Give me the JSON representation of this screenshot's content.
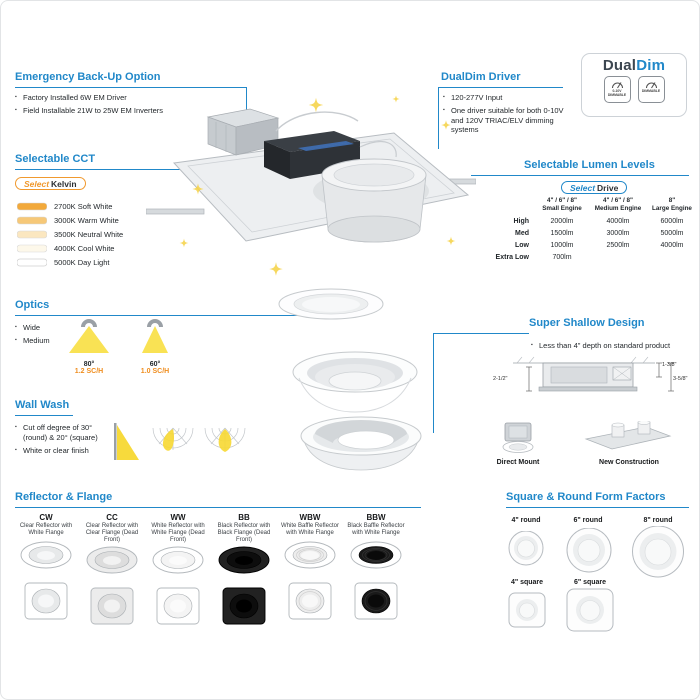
{
  "colors": {
    "accent": "#2188c9",
    "orange": "#f0992e"
  },
  "emergency": {
    "title": "Emergency Back-Up Option",
    "bullets": [
      "Factory Installed 6W EM Driver",
      "Field Installable 21W to 25W EM Inverters"
    ]
  },
  "dualdim_driver": {
    "title": "DualDim Driver",
    "bullets": [
      "120-277V Input",
      "One driver suitable for both 0-10V and 120V TRIAC/ELV dimming systems"
    ]
  },
  "dualdim_logo": {
    "dual": "Dual",
    "dim": "Dim",
    "icon1_line1": "0-10V",
    "icon1_line2": "DIMMABLE",
    "icon2_line1": "DIMMABLE"
  },
  "cct": {
    "title": "Selectable CCT",
    "badge_select": "Select",
    "badge_type": "Kelvin",
    "options": [
      {
        "label": "2700K Soft White",
        "color": "#f2a93b"
      },
      {
        "label": "3000K Warm White",
        "color": "#f6c878"
      },
      {
        "label": "3500K Neutral White",
        "color": "#fbe7c0"
      },
      {
        "label": "4000K Cool White",
        "color": "#fdf8ea"
      },
      {
        "label": "5000K Day Light",
        "color": "#ffffff"
      }
    ]
  },
  "lumen": {
    "title": "Selectable Lumen Levels",
    "badge_select": "Select",
    "badge_type": "Drive",
    "columns": [
      {
        "l1": "4\" / 6\" / 8\"",
        "l2": "Small Engine"
      },
      {
        "l1": "4\" / 6\" / 8\"",
        "l2": "Medium Engine"
      },
      {
        "l1": "8\"",
        "l2": "Large Engine"
      }
    ],
    "rows": [
      {
        "label": "High",
        "v1": "2000lm",
        "v2": "4000lm",
        "v3": "6000lm"
      },
      {
        "label": "Med",
        "v1": "1500lm",
        "v2": "3000lm",
        "v3": "5000lm"
      },
      {
        "label": "Low",
        "v1": "1000lm",
        "v2": "2500lm",
        "v3": "4000lm"
      },
      {
        "label": "Extra Low",
        "v1": "700lm",
        "v2": "",
        "v3": ""
      }
    ]
  },
  "optics": {
    "title": "Optics",
    "bullets": [
      "Wide",
      "Medium"
    ],
    "beams": [
      {
        "angle": "80°",
        "sch": "1.2 SC/H"
      },
      {
        "angle": "60°",
        "sch": "1.0 SC/H"
      }
    ]
  },
  "shallow": {
    "title": "Super Shallow Design",
    "bullet": "Less than 4\" depth on standard product",
    "dim_top": "1-3/8\"",
    "dim_right": "3-5/8\"",
    "dim_left": "2-1/2\"",
    "label_direct": "Direct Mount",
    "label_new": "New Construction"
  },
  "wallwash": {
    "title": "Wall Wash",
    "bullet1": "Cut off degree of 30° (round) & 20° (square)",
    "bullet2": "White or clear finish"
  },
  "reflector": {
    "title": "Reflector & Flange",
    "options": [
      {
        "code": "CW",
        "desc": "Clear Reflector with White Flange",
        "flange": "#ffffff",
        "cone": "#e7e9ea",
        "inner": "#f6f7f8"
      },
      {
        "code": "CC",
        "desc": "Clear Reflector with Clear Flange (Dead Front)",
        "flange": "#ececec",
        "cone": "#dddddd",
        "inner": "#f2f2f2"
      },
      {
        "code": "WW",
        "desc": "White Reflector with White Flange (Dead Front)",
        "flange": "#ffffff",
        "cone": "#f4f4f4",
        "inner": "#fbfbfb"
      },
      {
        "code": "BB",
        "desc": "Black Reflector with Black Flange (Dead Front)",
        "flange": "#222222",
        "cone": "#0d0d0d",
        "inner": "#000000"
      },
      {
        "code": "WBW",
        "desc": "White Baffle Reflector with White Flange",
        "flange": "#ffffff",
        "cone": "#ededed",
        "inner": "#f8f8f8"
      },
      {
        "code": "BBW",
        "desc": "Black Baffle Reflector with White Flange",
        "flange": "#ffffff",
        "cone": "#1a1a1a",
        "inner": "#0a0a0a"
      }
    ]
  },
  "formfactors": {
    "title": "Square & Round Form Factors",
    "round_labels": [
      "4\" round",
      "6\" round",
      "8\" round"
    ],
    "square_labels": [
      "4\" square",
      "6\" square"
    ]
  }
}
